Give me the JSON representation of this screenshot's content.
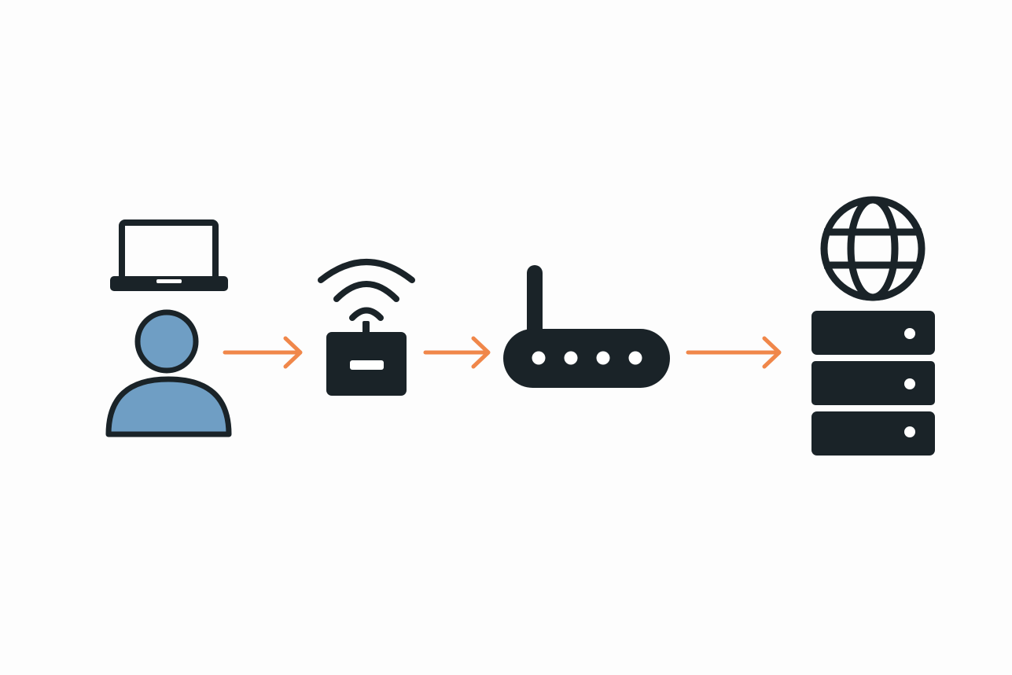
{
  "colors": {
    "background": "#fdfdfd",
    "icon_dark": "#1a2328",
    "person_fill": "#6f9ec4",
    "arrow": "#f0874a",
    "indicator": "#ffffff"
  },
  "nodes": [
    {
      "id": "user",
      "icons": [
        "laptop-icon",
        "person-icon"
      ]
    },
    {
      "id": "wifi-extender",
      "icons": [
        "wifi-icon",
        "access-point-icon"
      ]
    },
    {
      "id": "router",
      "icons": [
        "router-icon"
      ]
    },
    {
      "id": "internet-server",
      "icons": [
        "globe-icon",
        "server-icon"
      ]
    }
  ],
  "edges": [
    {
      "from": "user",
      "to": "wifi-extender"
    },
    {
      "from": "wifi-extender",
      "to": "router"
    },
    {
      "from": "router",
      "to": "internet-server"
    }
  ]
}
